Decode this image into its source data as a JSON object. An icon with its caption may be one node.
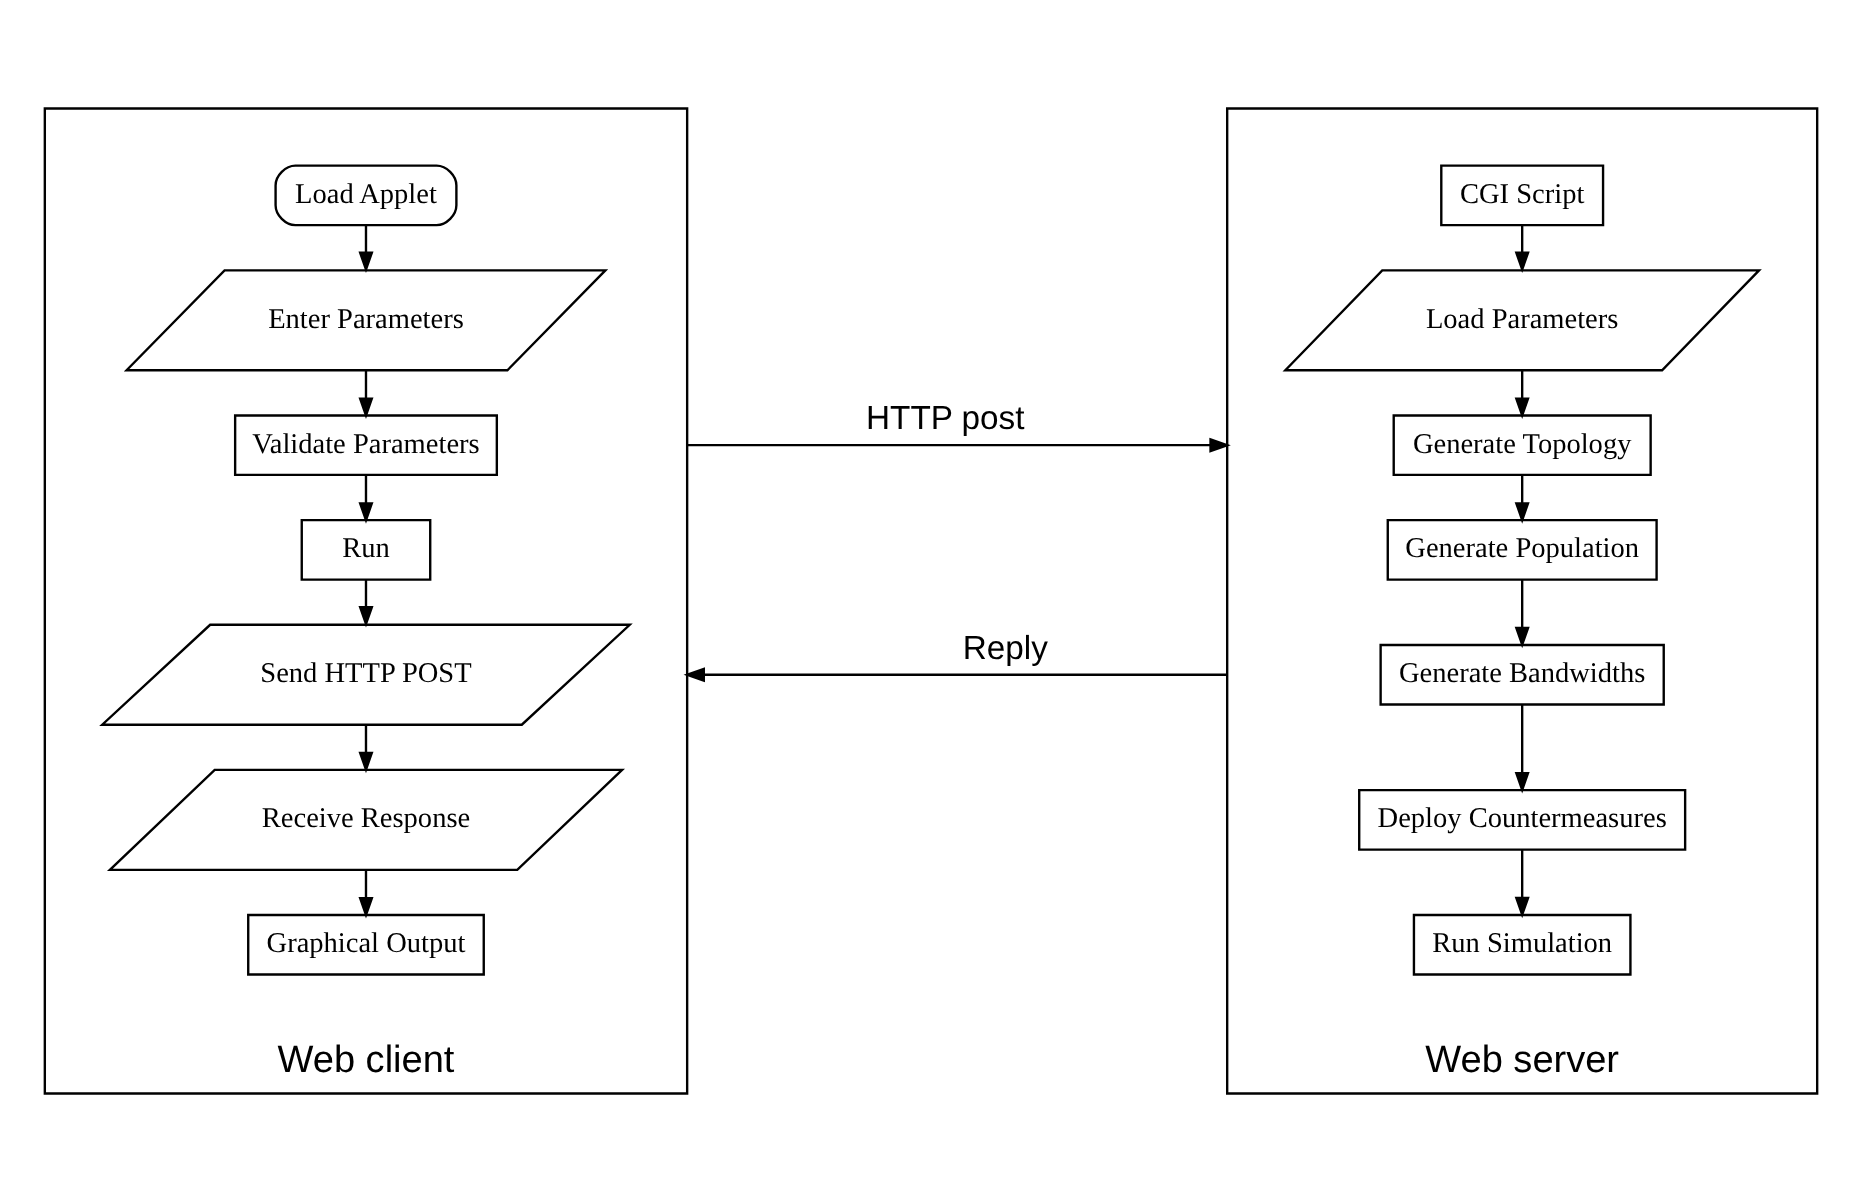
{
  "diagram": {
    "nodes": [
      {
        "text": [
          "Web client"
        ]
      },
      {
        "text": [
          "Load Applet"
        ],
        "in": 0
      },
      {
        "text": [
          "Enter Parameters"
        ],
        "in": 0
      },
      {
        "text": [
          "Validate Parameters"
        ],
        "in": 0
      },
      {
        "text": [
          "Run"
        ],
        "in": 0
      },
      {
        "text": [
          "Send HTTP POST"
        ],
        "in": 0
      },
      {
        "text": [
          "Receive Response"
        ],
        "in": 0
      },
      {
        "text": [
          "Graphical Output"
        ],
        "in": 0
      },
      {
        "text": [
          "Web server"
        ]
      },
      {
        "text": [
          "CGI Script"
        ],
        "in": 8
      },
      {
        "text": [
          "Load Parameters"
        ],
        "in": 8
      },
      {
        "text": [
          "Generate Topology"
        ],
        "in": 8
      },
      {
        "text": [
          "Generate Population"
        ],
        "in": 8
      },
      {
        "text": [
          "Generate Bandwidths"
        ],
        "in": 8
      },
      {
        "text": [
          "Deploy Countermeasures"
        ],
        "in": 8
      },
      {
        "text": [
          "Run Simulation"
        ],
        "in": 8
      }
    ],
    "edges": [
      {
        "from": 1,
        "to": 2,
        "arrow": "to"
      },
      {
        "from": 2,
        "to": 3,
        "arrow": "to"
      },
      {
        "from": 3,
        "to": 4,
        "arrow": "to"
      },
      {
        "from": 4,
        "to": 5,
        "arrow": "to"
      },
      {
        "from": 5,
        "to": 6,
        "arrow": "to"
      },
      {
        "from": 6,
        "to": 7,
        "arrow": "to"
      },
      {
        "from": 9,
        "to": 10,
        "arrow": "to"
      },
      {
        "from": 10,
        "to": 11,
        "arrow": "to"
      },
      {
        "from": 11,
        "to": 12,
        "arrow": "to"
      },
      {
        "from": 12,
        "to": 13,
        "arrow": "to"
      },
      {
        "from": 13,
        "to": 14,
        "arrow": "to"
      },
      {
        "from": 14,
        "to": 15,
        "arrow": "to"
      },
      {
        "from": 0,
        "to": 8,
        "label": "HTTP post",
        "arrow": "to"
      },
      {
        "from": 8,
        "to": 0,
        "label": "Reply",
        "arrow": "to"
      }
    ]
  }
}
